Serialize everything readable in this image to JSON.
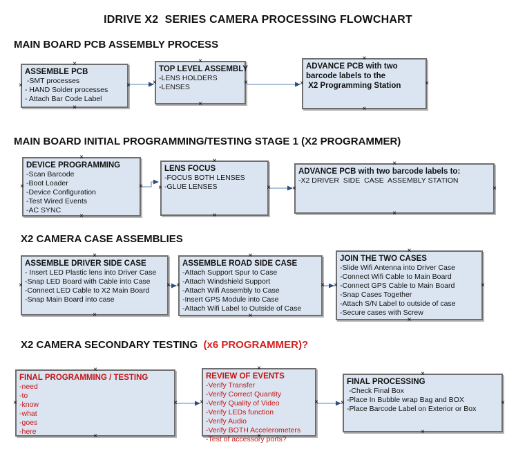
{
  "title": "IDRIVE X2  SERIES CAMERA PROCESSING FLOWCHART",
  "icons": {
    "connection_point": "×"
  },
  "colors": {
    "box_fill": "#dbe5f1",
    "box_border": "#6e6e6e",
    "red_text": "#c41414",
    "heading_red": "#d42020",
    "arrow_line": "#92aecd",
    "arrow_head": "#2e4c85"
  },
  "sections": [
    {
      "heading": "MAIN BOARD PCB ASSEMBLY PROCESS",
      "boxes": [
        {
          "title": "ASSEMBLE PCB",
          "lines": [
            " -SMT processes",
            "- HAND Solder processes",
            "- Attach Bar Code Label"
          ]
        },
        {
          "title": "TOP LEVEL ASSEMBLY",
          "lines": [
            "-LENS HOLDERS",
            "-LENSES"
          ]
        },
        {
          "title": "ADVANCE PCB with two",
          "title_line2": "barcode labels to the",
          "title_line3": " X2 Programming Station",
          "lines": []
        }
      ]
    },
    {
      "heading": "MAIN BOARD INITIAL PROGRAMMING/TESTING STAGE 1 (X2 PROGRAMMER)",
      "boxes": [
        {
          "title": "DEVICE PROGRAMMING",
          "lines": [
            "-Scan Barcode",
            "-Boot Loader",
            "-Device Configuration",
            "-Test Wired Events",
            "-AC SYNC"
          ]
        },
        {
          "title": "LENS FOCUS",
          "lines": [
            "-FOCUS BOTH LENSES",
            "-GLUE LENSES"
          ]
        },
        {
          "title": "ADVANCE PCB with two barcode labels to:",
          "lines": [
            "-X2 DRIVER  SIDE  CASE  ASSEMBLY STATION"
          ]
        }
      ]
    },
    {
      "heading": "X2 CAMERA CASE ASSEMBLIES",
      "boxes": [
        {
          "title": "ASSEMBLE DRIVER SIDE CASE",
          "lines": [
            "- Insert LED Plastic lens into Driver Case",
            "-Snap LED Board with Cable into Case",
            "-Connect LED Cable to X2 Main Board",
            "-Snap Main Board into case"
          ]
        },
        {
          "title": "ASSEMBLE ROAD SIDE CASE",
          "lines": [
            "-Attach Support Spur to Case",
            "-Attach Windshield Support",
            "-Attach Wifi Assembly to Case",
            "-Insert GPS Module into Case",
            "-Attach Wifi Label to Outside of Case"
          ]
        },
        {
          "title": "JOIN THE TWO CASES",
          "lines": [
            "-Slide Wifi Antenna into Driver Case",
            "-Connect Wifi Cable to Main Board",
            "-Connect GPS Cable to Main Board",
            "-Snap Cases Together",
            "-Attach S/N Label to outside of case",
            "-Secure cases with Screw"
          ]
        }
      ]
    },
    {
      "heading": "X2 CAMERA SECONDARY TESTING ",
      "heading_suffix": " (x6 PROGRAMMER)?",
      "boxes": [
        {
          "title": "FINAL PROGRAMMING / TESTING",
          "lines": [
            "-need",
            "-to",
            "-know",
            "-what",
            "-goes",
            "-here"
          ]
        },
        {
          "title": "REVIEW OF EVENTS",
          "lines": [
            "-Verify Transfer",
            "-Verify Correct Quantity",
            "-Verify Quality of Video",
            "-Verify LEDs function",
            "-Verify Audio",
            "-Verify BOTH Accelerometers",
            "-Test of accessory ports?"
          ]
        },
        {
          "title": "FINAL PROCESSING",
          "lines": [
            " -Check Final Box",
            "-Place In Bubble wrap Bag and BOX",
            "-Place Barcode Label on Exterior or Box"
          ]
        }
      ]
    }
  ]
}
